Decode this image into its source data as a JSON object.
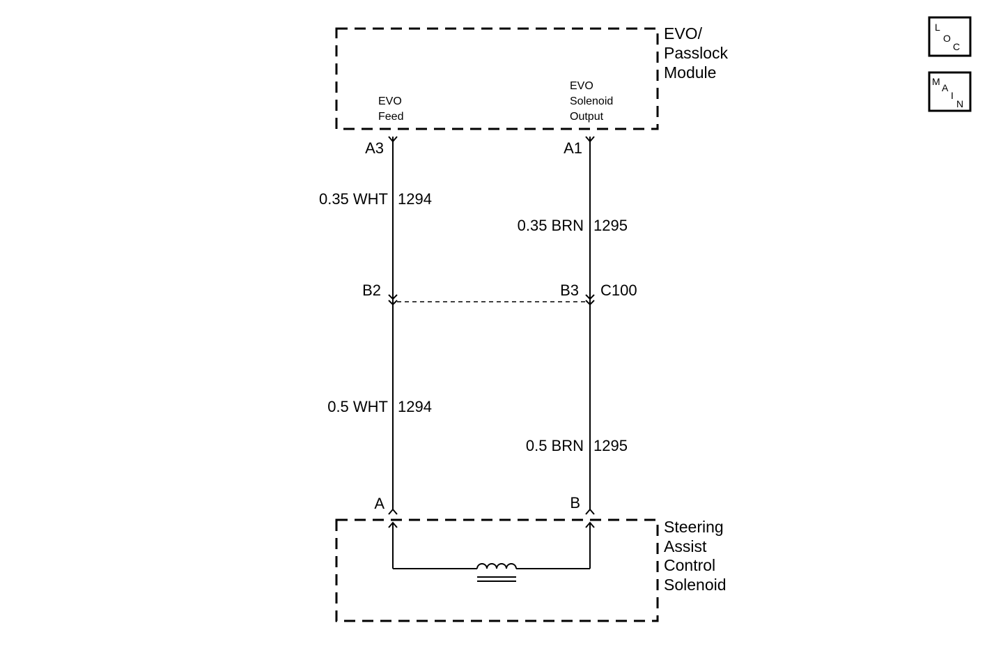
{
  "top_module": {
    "name_lines": [
      "EVO/",
      "Passlock",
      "Module"
    ],
    "feed_label_lines": [
      "EVO",
      "Feed"
    ],
    "output_label_lines": [
      "EVO",
      "Solenoid",
      "Output"
    ]
  },
  "bottom_module": {
    "name_lines": [
      "Steering",
      "Assist",
      "Control",
      "Solenoid"
    ]
  },
  "connector": {
    "name": "C100"
  },
  "circuits": {
    "left": {
      "top_pin": "A3",
      "mid_pin": "B2",
      "bottom_pin": "A",
      "upper_wire": {
        "gauge_color": "0.35 WHT",
        "circuit": "1294"
      },
      "lower_wire": {
        "gauge_color": "0.5 WHT",
        "circuit": "1294"
      }
    },
    "right": {
      "top_pin": "A1",
      "mid_pin": "B3",
      "bottom_pin": "B",
      "upper_wire": {
        "gauge_color": "0.35 BRN",
        "circuit": "1295"
      },
      "lower_wire": {
        "gauge_color": "0.5 BRN",
        "circuit": "1295"
      }
    }
  },
  "nav_buttons": {
    "loc": {
      "letters": [
        "L",
        "O",
        "C"
      ]
    },
    "main": {
      "letters": [
        "M",
        "A",
        "I",
        "N"
      ]
    }
  }
}
